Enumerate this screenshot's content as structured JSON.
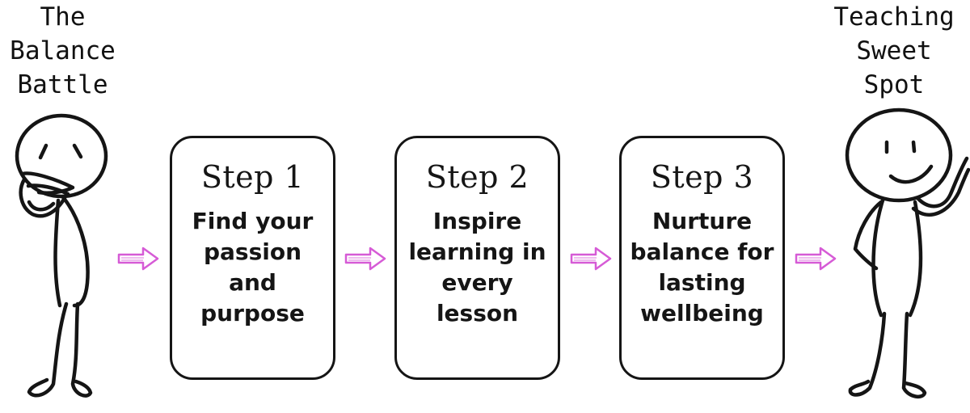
{
  "left_figure": {
    "caption_lines": [
      "The",
      "Balance",
      "Battle"
    ]
  },
  "right_figure": {
    "caption_lines": [
      "Teaching",
      "Sweet",
      "Spot"
    ]
  },
  "steps": [
    {
      "title": "Step 1",
      "description": "Find your passion and purpose"
    },
    {
      "title": "Step 2",
      "description": "Inspire learning in every lesson"
    },
    {
      "title": "Step 3",
      "description": "Nurture balance for lasting wellbeing"
    }
  ],
  "colors": {
    "stroke": "#151515",
    "arrow": "#d65bd6",
    "background": "#ffffff"
  },
  "icons": [
    "stressed-stick-figure",
    "happy-stick-figure",
    "right-arrow-icon"
  ]
}
